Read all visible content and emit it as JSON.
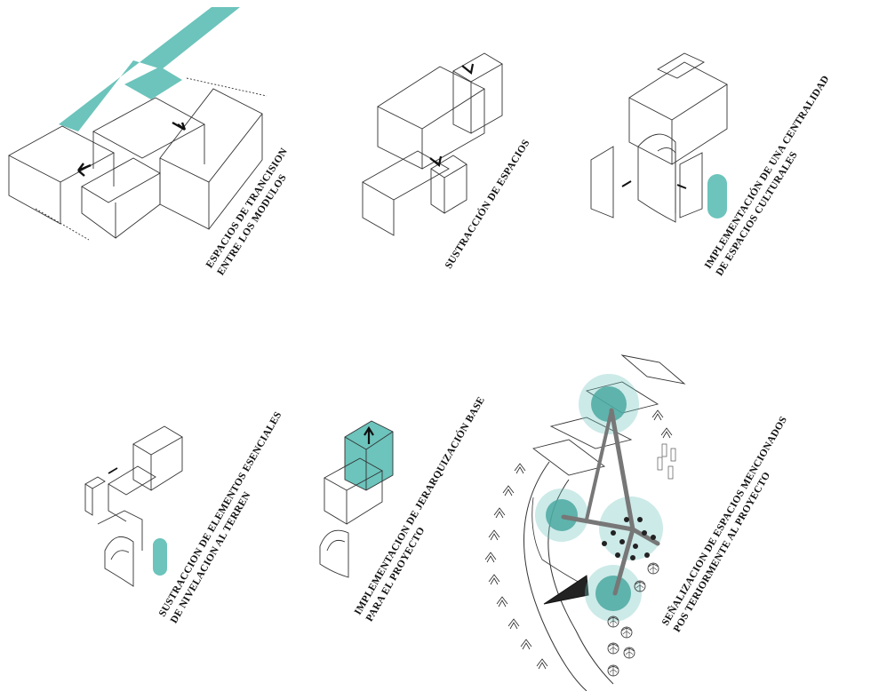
{
  "accent_color": "#6cc4bc",
  "line_color": "#222222",
  "panels": [
    {
      "id": 1,
      "caption_lines": [
        "ESPACIOS DE TRANCISION",
        "ENTRE LOS MODULOS"
      ]
    },
    {
      "id": 2,
      "caption_lines": [
        "SUSTRACCIÓN DE ESPACIOS"
      ]
    },
    {
      "id": 3,
      "caption_lines": [
        "IMPLEMENTACIÓN DE UNA CENTRALIDAD",
        "DE ESPACIOS CULTURALES"
      ]
    },
    {
      "id": 4,
      "caption_lines": [
        "SUSTRACCION DE ELEMENTOS ESENCIALES",
        "DE NIVELACION AL TERREN"
      ]
    },
    {
      "id": 5,
      "caption_lines": [
        "IMPLEMENTACION DE JERARQUIZACIÓN BASE",
        "PARA EL PROYECTO"
      ]
    },
    {
      "id": 6,
      "caption_lines": [
        "SEÑALIZACION DE ESPACIOS MENCIONADOS",
        "POS TERIORMENTE AL PROYECTO"
      ]
    }
  ]
}
